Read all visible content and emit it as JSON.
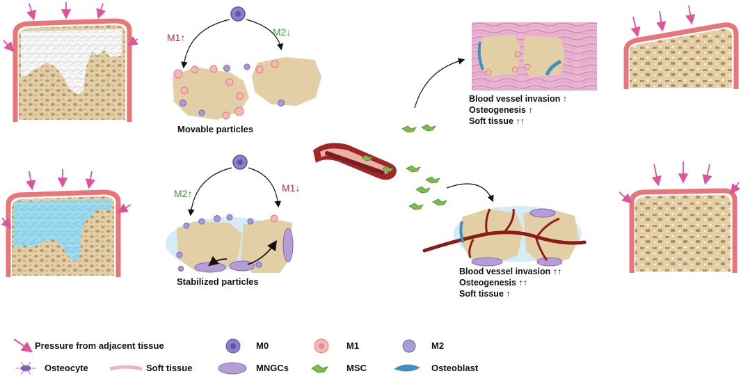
{
  "panels": {
    "movable": {
      "caption": "Movable particles",
      "left_label": "M1↑",
      "right_label": "M2↓"
    },
    "stabilized": {
      "caption": "Stabilized particles",
      "left_label": "M2↑",
      "right_label": "M1↓"
    }
  },
  "outcomes": {
    "top": {
      "lines": [
        "Blood vessel invasion ↑",
        "Osteogenesis ↑",
        "Soft tissue ↑↑"
      ]
    },
    "bottom": {
      "lines": [
        "Blood vessel invasion ↑↑",
        "Osteogenesis ↑↑",
        "Soft tissue ↑"
      ]
    }
  },
  "legend": {
    "pressure": "Pressure from adjacent tissue",
    "m0": "M0",
    "m1": "M1",
    "m2": "M2",
    "osteocyte": "Osteocyte",
    "soft_tissue": "Soft tissue",
    "mngcs": "MNGCs",
    "msc": "MSC",
    "osteoblast": "Osteoblast"
  },
  "colors": {
    "cortex_pink": "#e8757a",
    "bone_tan": "#e2cfa6",
    "pore_brown": "#b08f64",
    "fluid_blue": "#8fd3e8",
    "m1_red": "#c0272d",
    "m2_green": "#3a9a3a",
    "arrow_pink": "#e0529a",
    "m0_purple": "#8a80c8",
    "vessel_red": "#8b1a1a",
    "msc_green": "#7dbb4a"
  }
}
